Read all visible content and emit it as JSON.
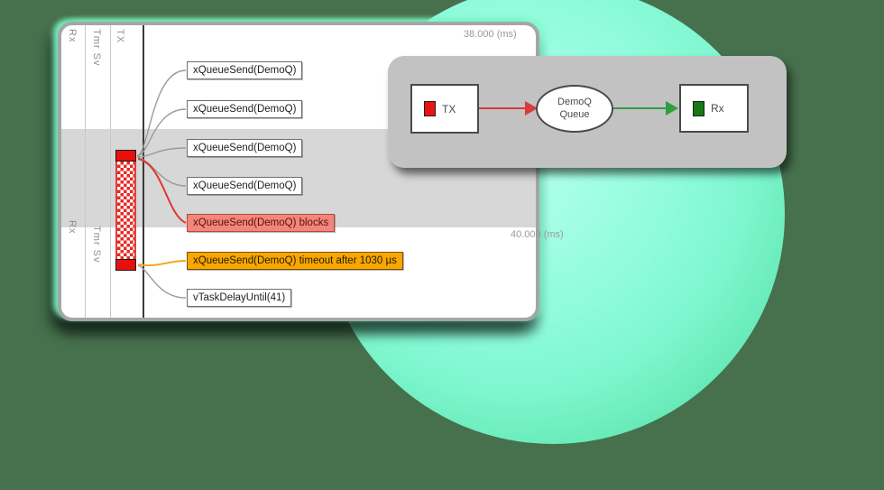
{
  "scene": {
    "background_color": "#47704D",
    "glow_circle_color": "#7DF6CE"
  },
  "trace_view": {
    "column_labels_top": [
      "Rx",
      "Tmr Sv",
      "TX"
    ],
    "column_labels_mid": [
      "Rx",
      "Tmr Sv"
    ],
    "time_gridline_labels": [
      "38.000 (ms)",
      "40.000 (ms)"
    ],
    "task_bar": {
      "task": "TX",
      "color": "#E90F0F"
    },
    "events": [
      {
        "label": "xQueueSend(DemoQ)",
        "kind": "call"
      },
      {
        "label": "xQueueSend(DemoQ)",
        "kind": "call"
      },
      {
        "label": "xQueueSend(DemoQ)",
        "kind": "call"
      },
      {
        "label": "xQueueSend(DemoQ)",
        "kind": "call"
      },
      {
        "label": "xQueueSend(DemoQ) blocks",
        "kind": "blocks"
      },
      {
        "label": "xQueueSend(DemoQ) timeout after 1030 µs",
        "kind": "timeout"
      },
      {
        "label": "vTaskDelayUntil(41)",
        "kind": "call"
      }
    ],
    "colors": {
      "selection_band": "#D7D7D7",
      "blocks_bg": "#F2867C",
      "timeout_bg": "#F7A700",
      "connector_gray": "#9A9A9A",
      "connector_red": "#E03535",
      "connector_orange": "#F2A71F"
    }
  },
  "overlay_diagram": {
    "panel_color": "#C2C2C2",
    "nodes": [
      {
        "label": "TX",
        "marker_color": "#E81313",
        "shape": "rect"
      },
      {
        "label": "DemoQ\nQueue",
        "shape": "ellipse"
      },
      {
        "label": "Rx",
        "marker_color": "#157A15",
        "shape": "rect"
      }
    ],
    "arrow_colors": {
      "send": "#D93A3A",
      "receive": "#2F9E41"
    }
  }
}
